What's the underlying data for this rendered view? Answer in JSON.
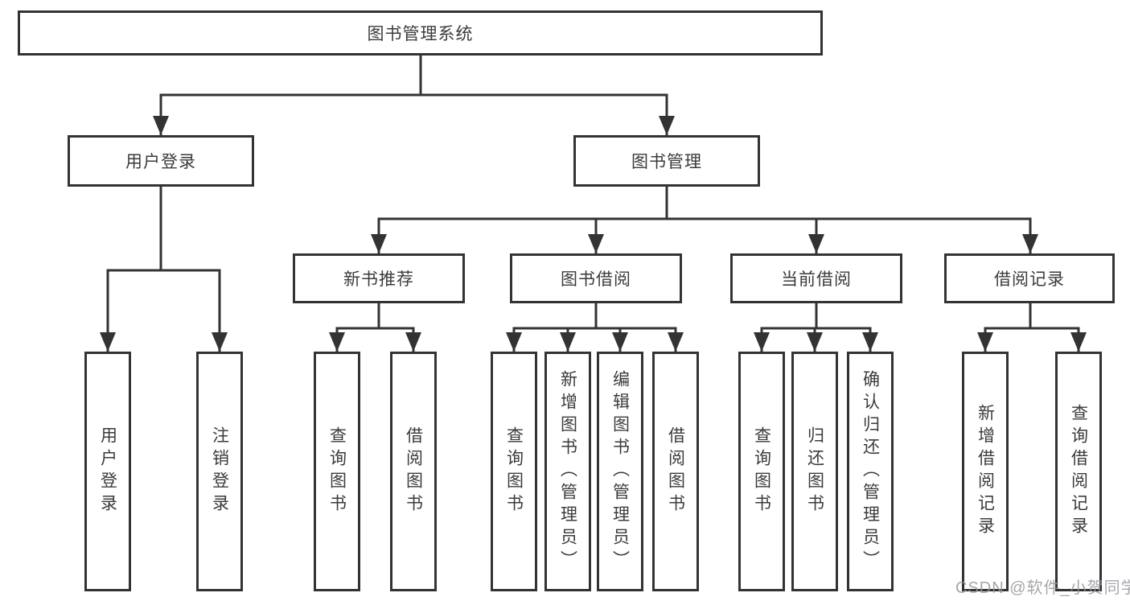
{
  "root": {
    "label": "图书管理系统"
  },
  "branches": [
    {
      "label": "用户登录",
      "children": [
        {
          "label": "用户登录"
        },
        {
          "label": "注销登录"
        }
      ]
    },
    {
      "label": "图书管理",
      "children": [
        {
          "label": "新书推荐",
          "children": [
            {
              "label": "查询图书"
            },
            {
              "label": "借阅图书"
            }
          ]
        },
        {
          "label": "图书借阅",
          "children": [
            {
              "label": "查询图书"
            },
            {
              "label": "新增图书（管理员）"
            },
            {
              "label": "编辑图书（管理员）"
            },
            {
              "label": "借阅图书"
            }
          ]
        },
        {
          "label": "当前借阅",
          "children": [
            {
              "label": "查询图书"
            },
            {
              "label": "归还图书"
            },
            {
              "label": "确认归还（管理员）"
            }
          ]
        },
        {
          "label": "借阅记录",
          "children": [
            {
              "label": "新增借阅记录"
            },
            {
              "label": "查询借阅记录"
            }
          ]
        }
      ]
    }
  ],
  "watermark": "CSDN @软件_小贺同学"
}
